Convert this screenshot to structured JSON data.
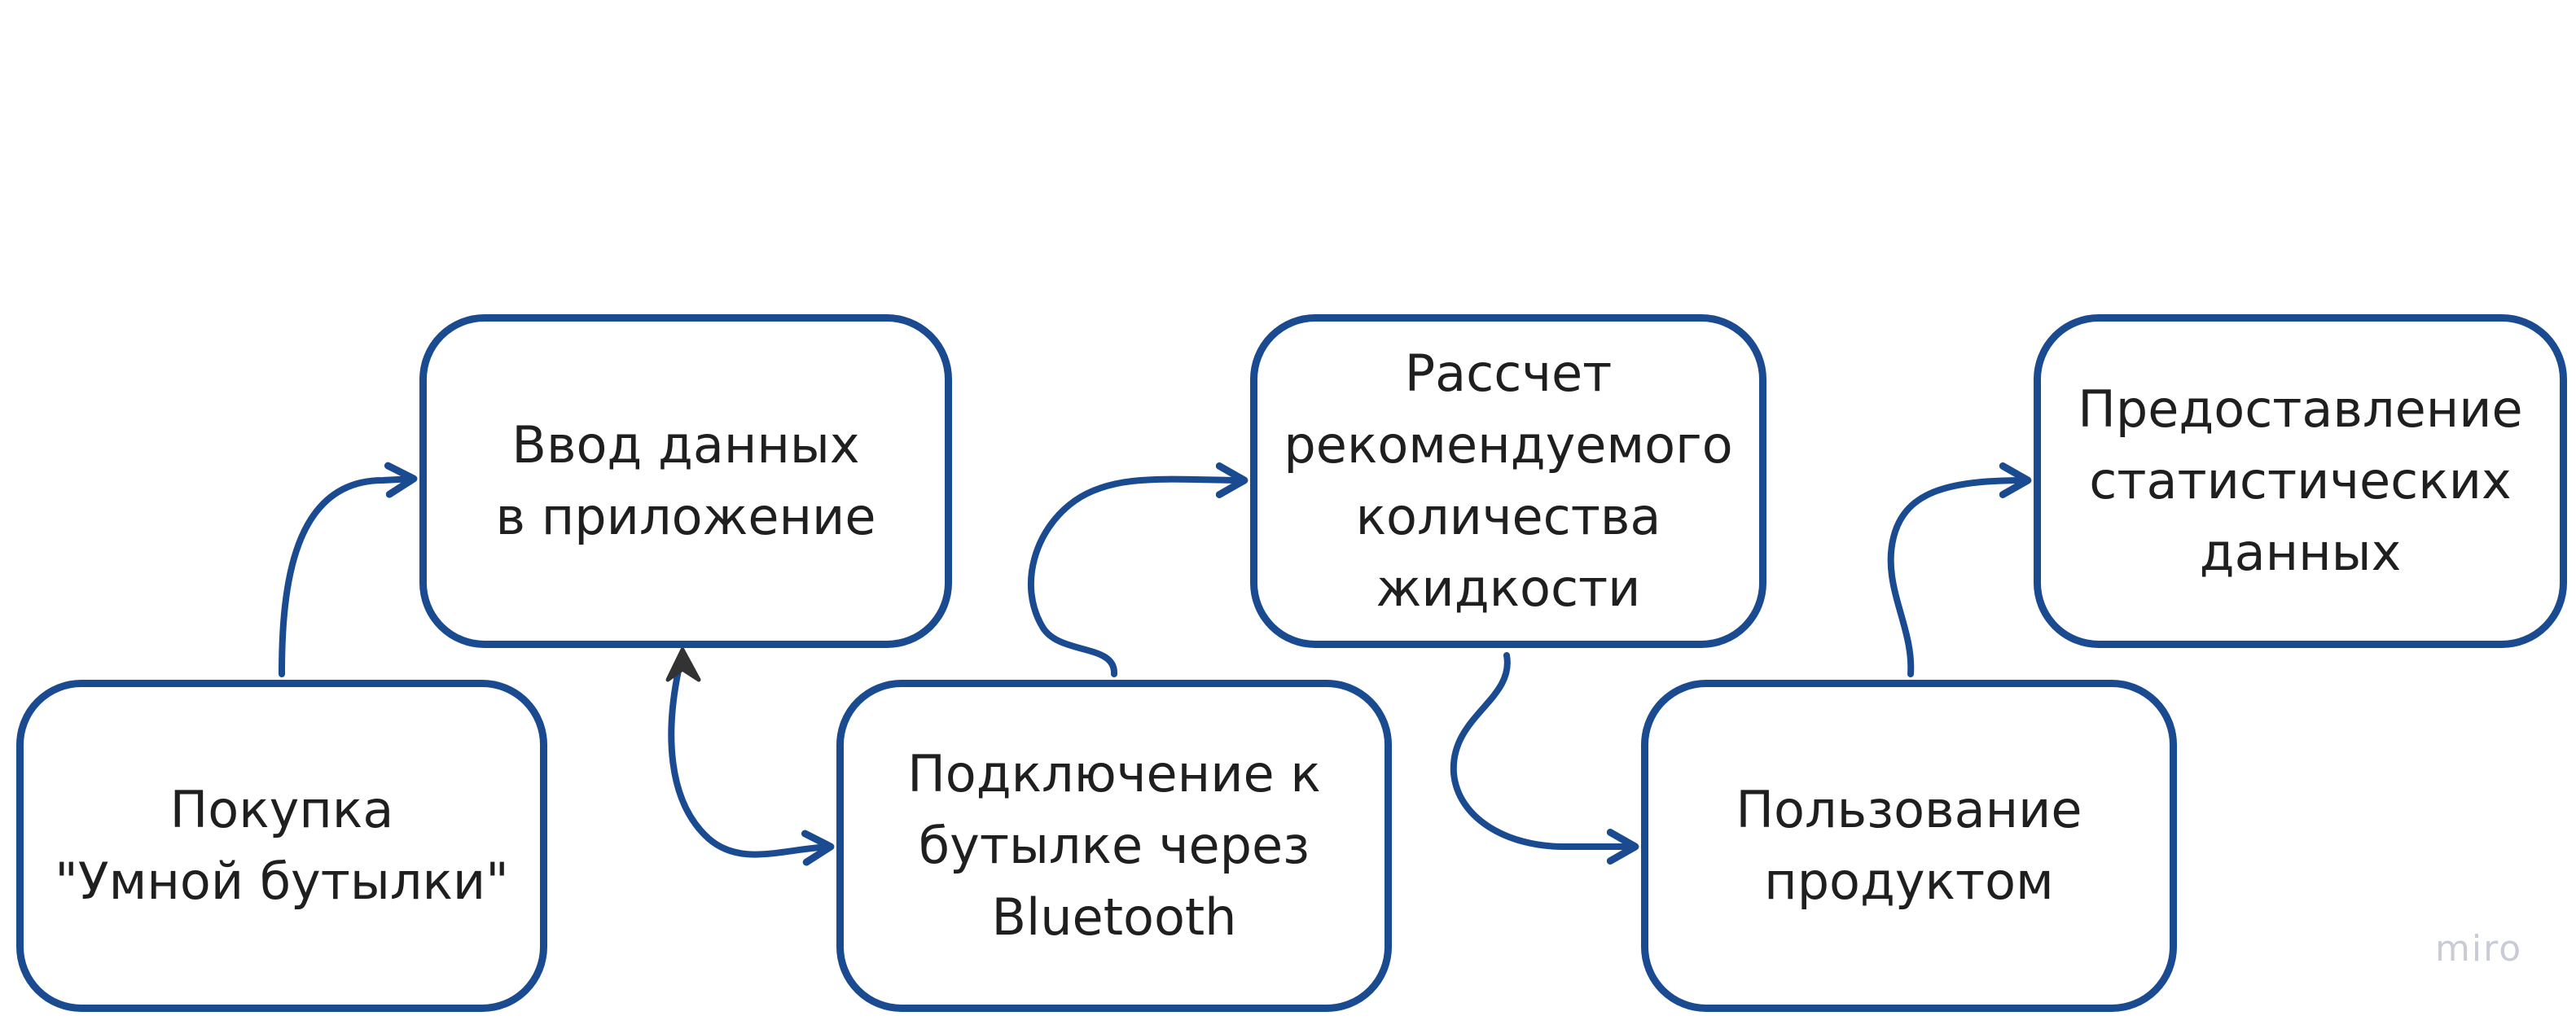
{
  "nodes": [
    {
      "id": "purchase",
      "label": "Покупка\n\"Умной бутылки\""
    },
    {
      "id": "data-entry",
      "label": "Ввод данных\nв приложение"
    },
    {
      "id": "bluetooth",
      "label": "Подключение к\nбутылке через\nBluetooth"
    },
    {
      "id": "calculation",
      "label": "Рассчет\nрекомендуемого\nколичества\nжидкости"
    },
    {
      "id": "usage",
      "label": "Пользование\nпродуктом"
    },
    {
      "id": "statistics",
      "label": "Предоставление\nстатистических\nданных"
    }
  ],
  "watermark": "miro",
  "colors": {
    "node_border": "#1a4a8f",
    "connector": "#1a4a8f",
    "connector_dark_head": "#333333",
    "text": "#1f1f1f",
    "watermark": "#c9ccd6"
  }
}
